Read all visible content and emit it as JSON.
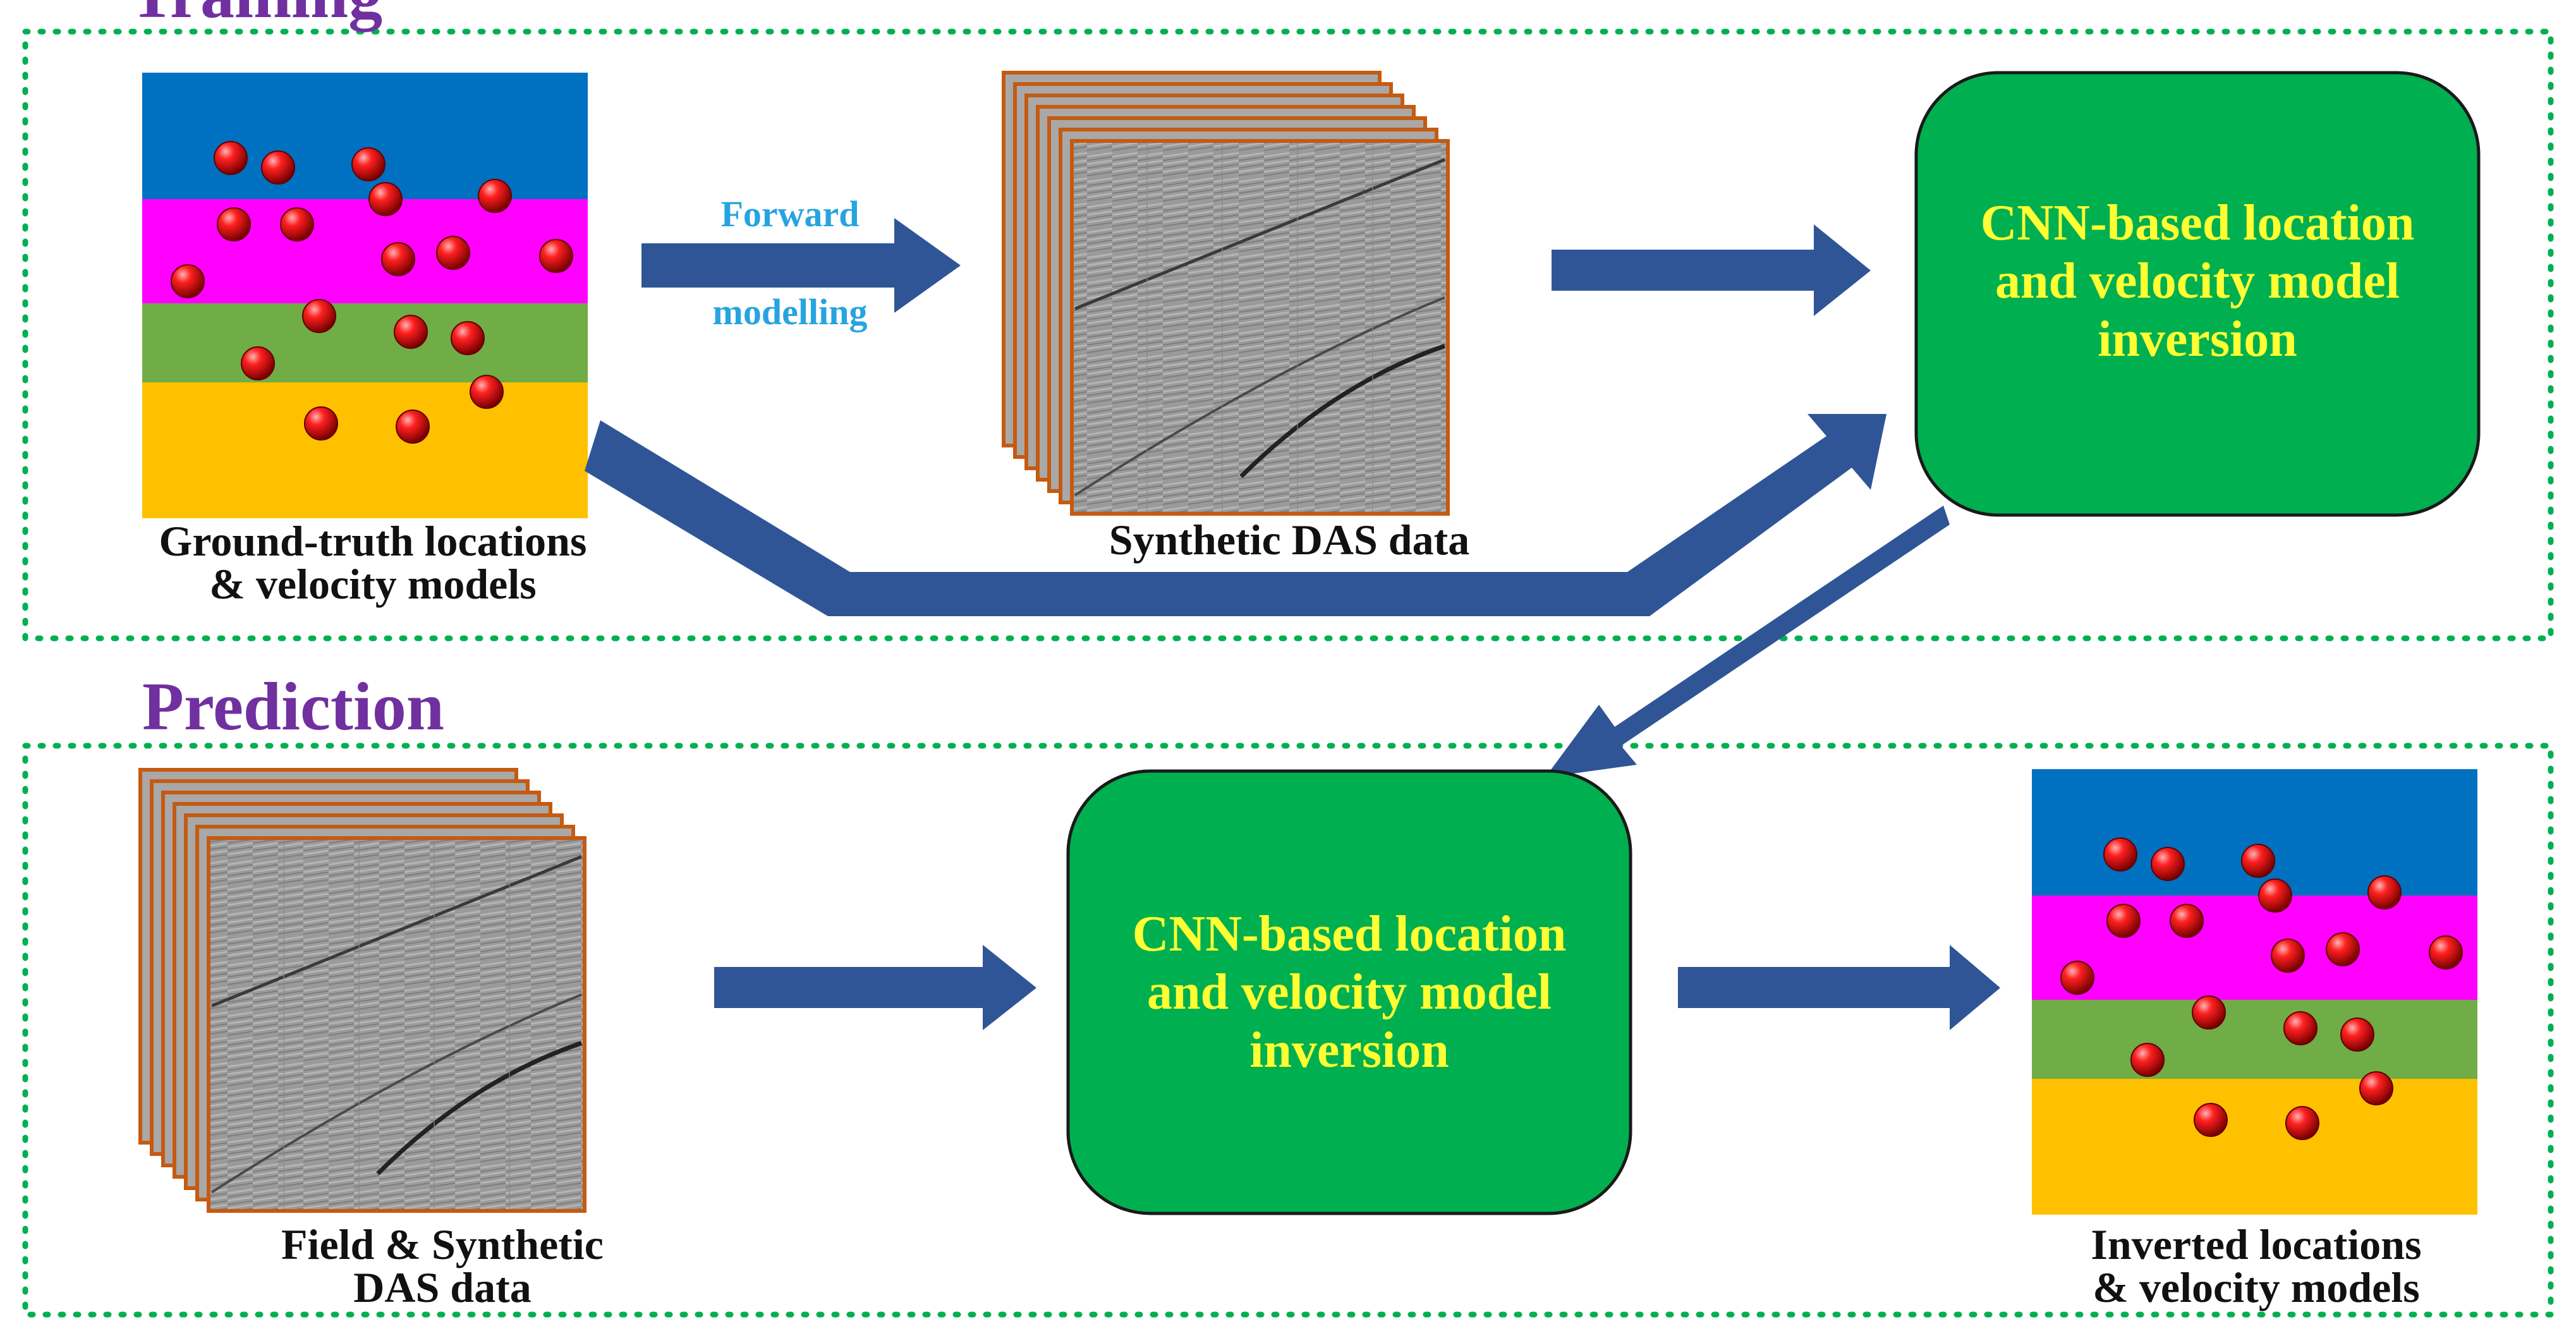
{
  "sections": {
    "training": {
      "title": "Training"
    },
    "prediction": {
      "title": "Prediction"
    }
  },
  "training": {
    "ground_truth_caption": [
      "Ground-truth locations",
      "& velocity models"
    ],
    "forward_arrow_label": [
      "Forward",
      "modelling"
    ],
    "synthetic_caption": "Synthetic DAS data",
    "cnn_box": [
      "CNN-based location",
      "and velocity model",
      "inversion"
    ]
  },
  "prediction": {
    "field_caption": [
      "Field & Synthetic",
      "DAS data"
    ],
    "cnn_box": [
      "CNN-based location",
      "and velocity model",
      "inversion"
    ],
    "inverted_caption": [
      "Inverted locations",
      "& velocity models"
    ]
  },
  "colors": {
    "layer_blue": "#0070c0",
    "layer_magenta": "#ff00ff",
    "layer_green": "#70ad47",
    "layer_yellow": "#ffc000",
    "event_red": "#e00000",
    "arrow_blue": "#2f5597",
    "cnn_green": "#00b050",
    "cnn_text": "#ffff33",
    "section_purple": "#7030a0",
    "dash_green": "#00b050",
    "frame_orange": "#c55a11",
    "forward_label": "#27a4e0"
  }
}
